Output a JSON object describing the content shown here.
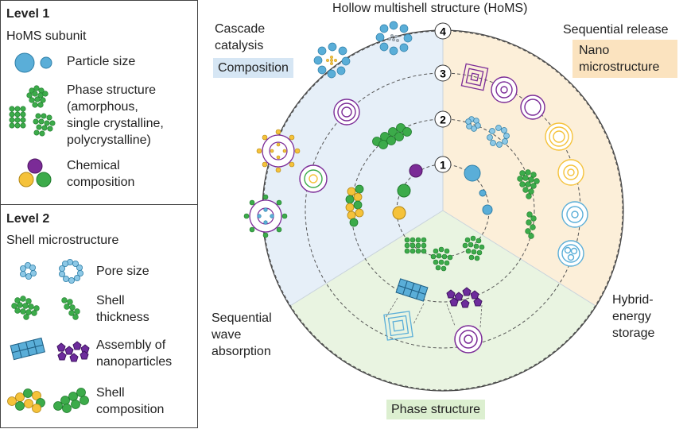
{
  "legend": {
    "level1": {
      "title": "Level 1",
      "subtitle": "HoMS subunit",
      "items": [
        {
          "label": "Particle size"
        },
        {
          "label_lines": [
            "Phase structure",
            "(amorphous,",
            "single crystalline,",
            "polycrystalline)"
          ]
        },
        {
          "label_lines": [
            "Chemical",
            "composition"
          ]
        }
      ]
    },
    "level2": {
      "title": "Level 2",
      "subtitle": "Shell microstructure",
      "items": [
        {
          "label": "Pore size"
        },
        {
          "label_lines": [
            "Shell",
            "thickness"
          ]
        },
        {
          "label_lines": [
            "Assembly of",
            "nanoparticles"
          ]
        },
        {
          "label_lines": [
            "Shell",
            "composition"
          ]
        }
      ]
    }
  },
  "diagram": {
    "top_title": "Hollow multishell structure (HoMS)",
    "shell_numbers": [
      "1",
      "2",
      "3",
      "4"
    ],
    "applications": {
      "cascade_catalysis": [
        "Cascade",
        "catalysis"
      ],
      "sequential_release": "Sequential release",
      "sequential_wave_absorption": [
        "Sequential",
        "wave",
        "absorption"
      ],
      "hybrid_energy_storage": [
        "Hybrid-",
        "energy",
        "storage"
      ]
    },
    "sectors": {
      "composition": "Composition",
      "nano_microstructure": [
        "Nano",
        "microstructure"
      ],
      "phase_structure": "Phase structure"
    }
  },
  "colors": {
    "blue_sector": "#e6eff8",
    "orange_sector": "#fcefd9",
    "green_sector": "#e9f4e1",
    "composition_badge": "#d6e6f4",
    "nano_badge": "#fbe3bf",
    "phase_badge": "#dcefd0",
    "particle_blue": "#5aaed8",
    "green": "#3cab4a",
    "purple": "#7b2b97",
    "yellow": "#f5c23a"
  }
}
